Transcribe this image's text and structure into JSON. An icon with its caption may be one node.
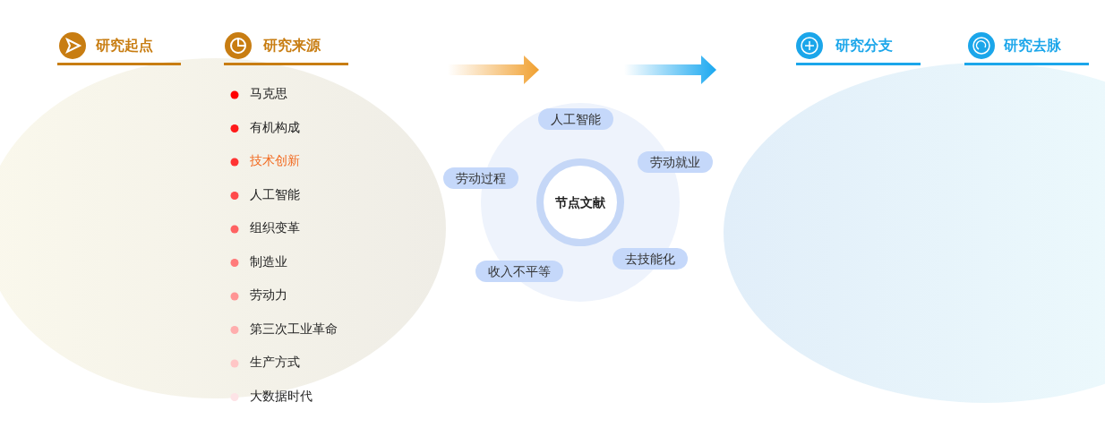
{
  "diagram": {
    "nodes": [
      {
        "text": [
          "节点文献"
        ]
      },
      {
        "text": [
          "人工智能"
        ]
      },
      {
        "text": [
          "劳动就业"
        ]
      },
      {
        "text": [
          "劳动过程"
        ]
      },
      {
        "text": [
          "去技能化"
        ]
      },
      {
        "text": [
          "收入不平等"
        ]
      }
    ],
    "edges": [],
    "labels": [
      "研究起点",
      "研究来源",
      "研究分支",
      "研究去脉",
      "马克思",
      "有机构成",
      "技术创新",
      "人工智能",
      "组织变革",
      "制造业",
      "劳动力",
      "第三次工业革命",
      "生产方式",
      "大数据时代"
    ]
  }
}
